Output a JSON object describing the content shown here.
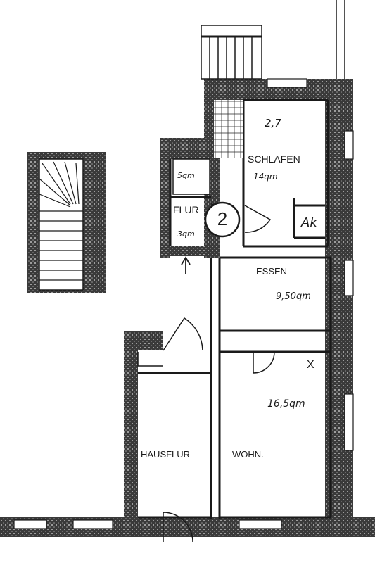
{
  "rooms": {
    "schlafen": {
      "name": "SCHLAFEN",
      "area": "14qm",
      "dimension": "2,7"
    },
    "bath": {
      "area": "5qm"
    },
    "flur": {
      "name": "FLUR",
      "area": "3qm"
    },
    "essen": {
      "name": "ESSEN",
      "area": "9,50qm"
    },
    "wohn": {
      "name": "WOHN.",
      "area": "16,5qm"
    },
    "hausflur": {
      "name": "HAUSFLUR"
    }
  },
  "markers": {
    "unit_number": "2",
    "alcove": "Ak",
    "cross": "X"
  },
  "colors": {
    "wall": "#2b2b2b",
    "line": "#1a1a1a",
    "paper": "#ffffff"
  },
  "icons": [
    "staircase-icon",
    "door-swing-icon",
    "entrance-arrow-icon",
    "tile-grid-icon"
  ]
}
